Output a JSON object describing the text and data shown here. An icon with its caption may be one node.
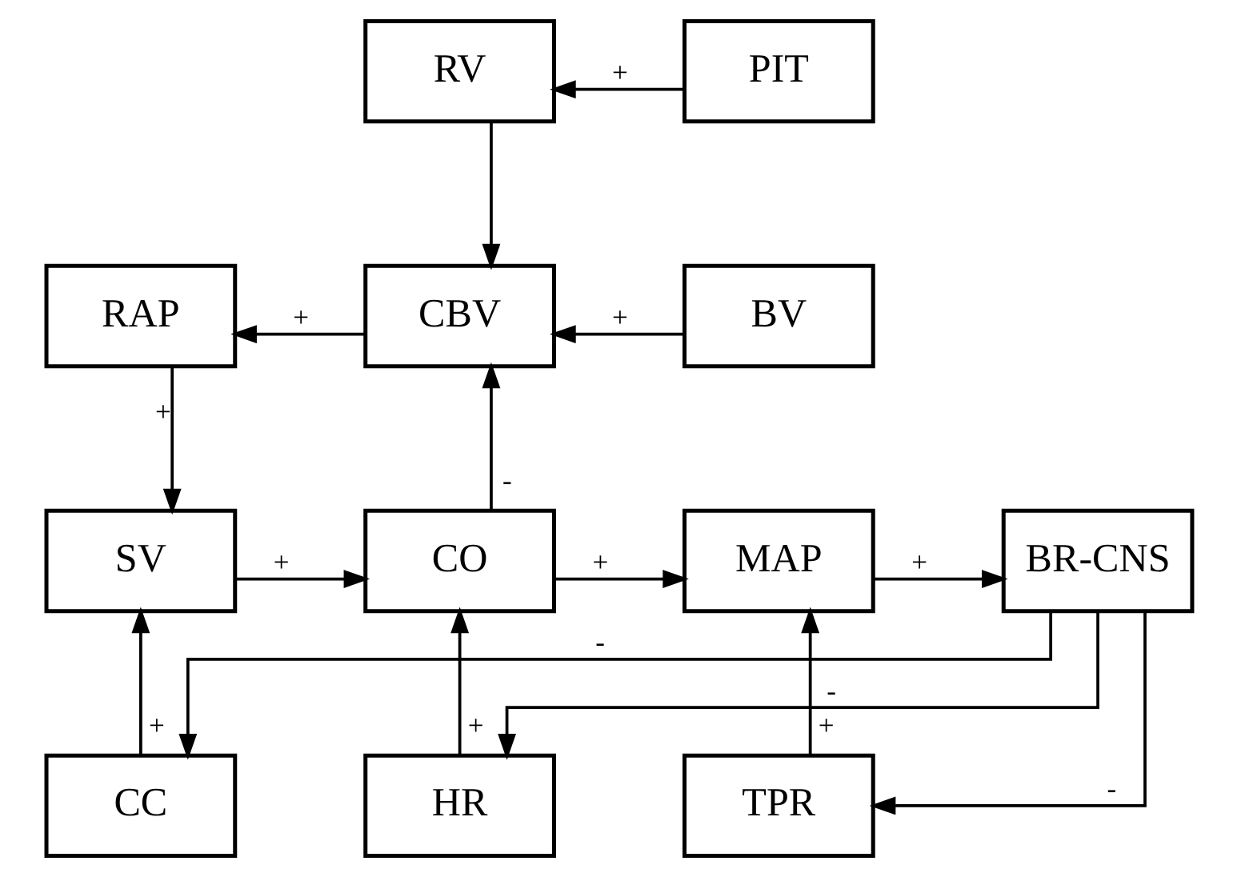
{
  "diagram": {
    "nodes": [
      {
        "text": [
          "RV"
        ]
      },
      {
        "text": [
          "PIT"
        ]
      },
      {
        "text": [
          "RAP"
        ]
      },
      {
        "text": [
          "CBV"
        ]
      },
      {
        "text": [
          "BV"
        ]
      },
      {
        "text": [
          "SV"
        ]
      },
      {
        "text": [
          "CO"
        ]
      },
      {
        "text": [
          "MAP"
        ]
      },
      {
        "text": [
          "BR-CNS"
        ]
      },
      {
        "text": [
          "CC"
        ]
      },
      {
        "text": [
          "HR"
        ]
      },
      {
        "text": [
          "TPR"
        ]
      }
    ],
    "edges": [
      {
        "from": 1,
        "to": 0,
        "arrow": "to",
        "label": "+"
      },
      {
        "from": 0,
        "to": 3,
        "arrow": "to"
      },
      {
        "from": 3,
        "to": 2,
        "arrow": "to",
        "label": "+"
      },
      {
        "from": 4,
        "to": 3,
        "arrow": "to",
        "label": "+"
      },
      {
        "from": 2,
        "to": 5,
        "arrow": "to",
        "label": "+"
      },
      {
        "from": 6,
        "to": 3,
        "arrow": "to",
        "label": "-"
      },
      {
        "from": 5,
        "to": 6,
        "arrow": "to",
        "label": "+"
      },
      {
        "from": 6,
        "to": 7,
        "arrow": "to",
        "label": "+"
      },
      {
        "from": 7,
        "to": 8,
        "arrow": "to",
        "label": "+"
      },
      {
        "from": 9,
        "to": 5,
        "arrow": "to",
        "label": "+"
      },
      {
        "from": 10,
        "to": 6,
        "arrow": "to",
        "label": "+"
      },
      {
        "from": 11,
        "to": 7,
        "arrow": "to",
        "label": "+"
      },
      {
        "from": 8,
        "to": 9,
        "arrow": "to",
        "label": "-"
      },
      {
        "from": 8,
        "to": 10,
        "arrow": "to",
        "label": "-"
      },
      {
        "from": 8,
        "to": 11,
        "arrow": "to",
        "label": "-"
      }
    ]
  }
}
